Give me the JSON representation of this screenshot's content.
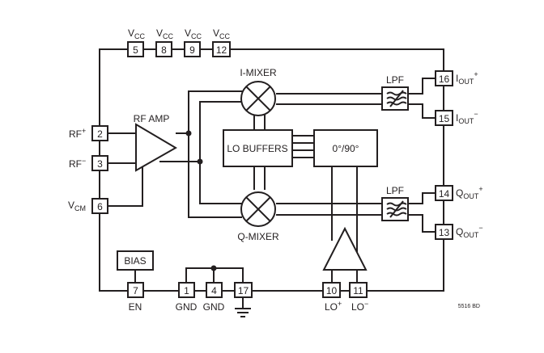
{
  "labels": {
    "vcc": "V",
    "vcc_sub": "CC",
    "rf_plus": "RF",
    "rf_plus_sup": "+",
    "rf_minus": "RF",
    "rf_minus_sup": "−",
    "vcm": "V",
    "vcm_sub": "CM",
    "rf_amp": "RF AMP",
    "i_mixer": "I-MIXER",
    "q_mixer": "Q-MIXER",
    "lo_buffers": "LO BUFFERS",
    "phase": "0°/90°",
    "lpf_top": "LPF",
    "lpf_bottom": "LPF",
    "iout_plus_main": "I",
    "iout_plus_sub": "OUT",
    "iout_plus_sup": "+",
    "iout_minus_main": "I",
    "iout_minus_sub": "OUT",
    "iout_minus_sup": "−",
    "qout_plus_main": "Q",
    "qout_plus_sub": "OUT",
    "qout_plus_sup": "+",
    "qout_minus_main": "Q",
    "qout_minus_sub": "OUT",
    "qout_minus_sup": "−",
    "bias": "BIAS",
    "en": "EN",
    "gnd1": "GND",
    "gnd2": "GND",
    "lo_plus": "LO",
    "lo_plus_sup": "+",
    "lo_minus": "LO",
    "lo_minus_sup": "−",
    "figure_id": "5516 BD"
  },
  "pins": {
    "p5": "5",
    "p8": "8",
    "p9": "9",
    "p12": "12",
    "p2": "2",
    "p3": "3",
    "p6": "6",
    "p16": "16",
    "p15": "15",
    "p14": "14",
    "p13": "13",
    "p7": "7",
    "p1": "1",
    "p4": "4",
    "p17": "17",
    "p10": "10",
    "p11": "11"
  }
}
